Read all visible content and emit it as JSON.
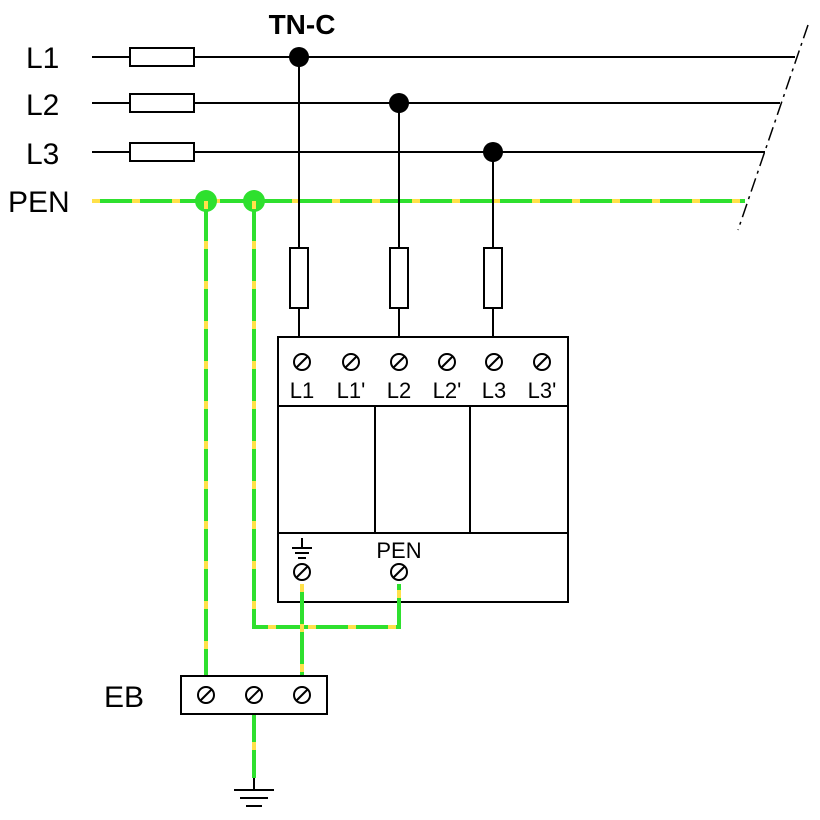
{
  "system_label": "TN-C",
  "lines": {
    "l1": "L1",
    "l2": "L2",
    "l3": "L3",
    "pen": "PEN"
  },
  "device": {
    "terminals_top": [
      "L1",
      "L1'",
      "L2",
      "L2'",
      "L3",
      "L3'"
    ],
    "terminal_bottom_pen": "PEN"
  },
  "earth_bar_label": "EB",
  "colors": {
    "pe_green": "#2ee02e",
    "pe_yellow": "#ffe14a",
    "line": "#000000"
  }
}
